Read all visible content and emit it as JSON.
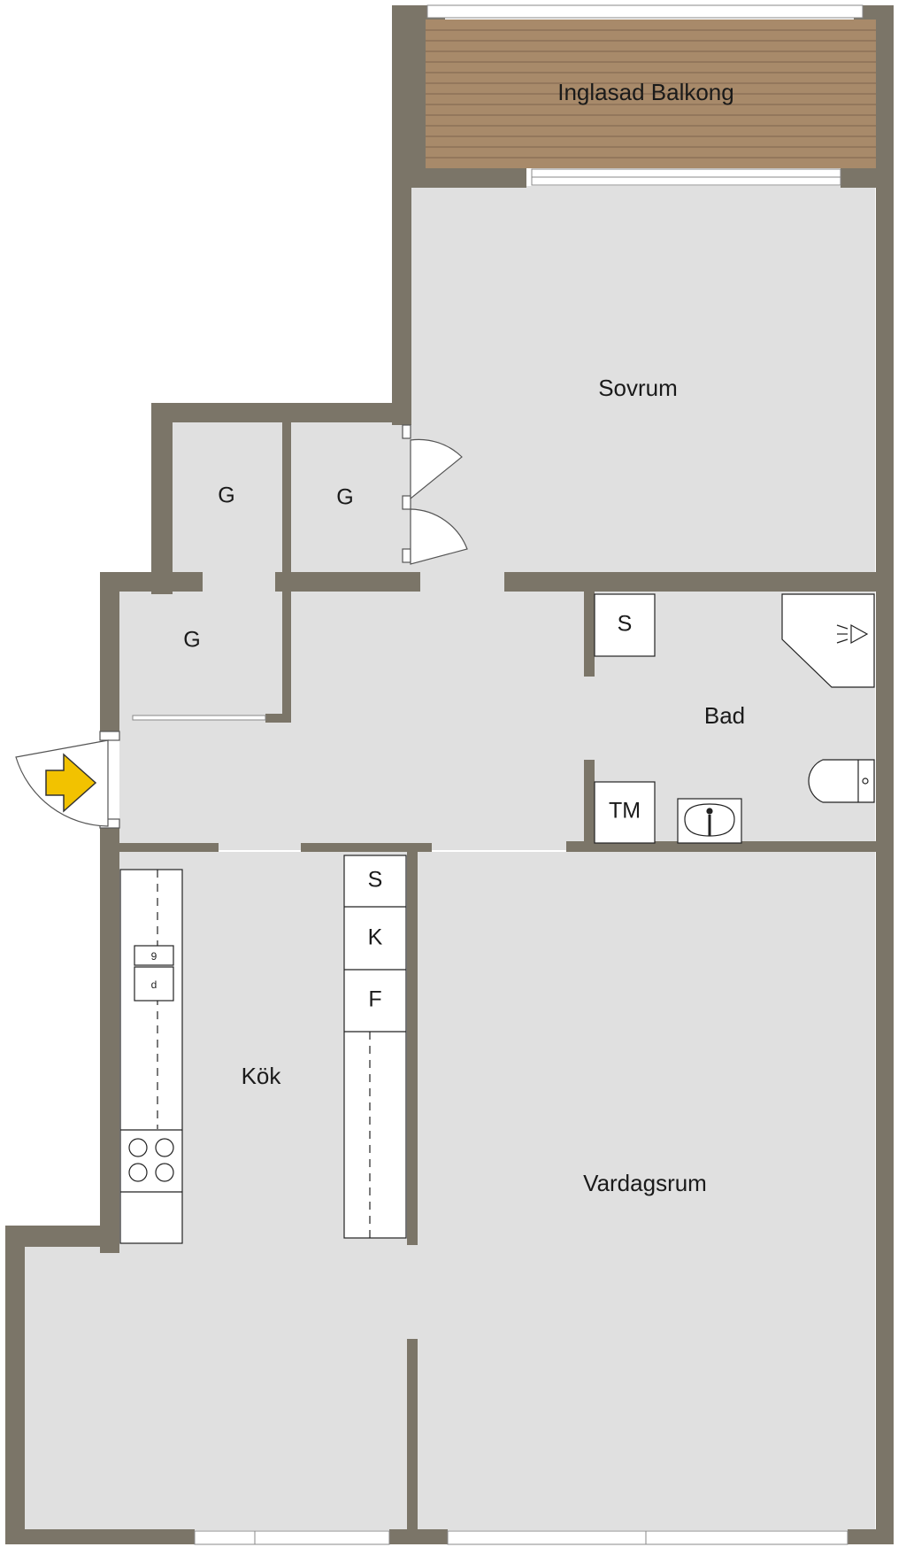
{
  "colors": {
    "wall": "#7b7568",
    "floor": "#e0e0e0",
    "balcony": "#a88a6a",
    "entrance_arrow": "#f2c200",
    "fixture_fill": "#ffffff",
    "fixture_stroke": "#222222"
  },
  "rooms": {
    "balcony": "Inglasad Balkong",
    "bedroom": "Sovrum",
    "bathroom": "Bad",
    "kitchen": "Kök",
    "living_room": "Vardagsrum"
  },
  "closets": {
    "closet_1": "G",
    "closet_2": "G",
    "closet_3": "G"
  },
  "fixtures": {
    "bath_cabinet": "S",
    "washing_machine": "TM",
    "cabinet": "S",
    "fridge": "K",
    "freezer": "F"
  },
  "icons": {
    "entrance": "entrance-arrow-icon",
    "shower": "shower-icon",
    "toilet": "toilet-icon",
    "washbasin": "washbasin-icon",
    "sink": "sink-icon",
    "stove": "stove-icon"
  }
}
